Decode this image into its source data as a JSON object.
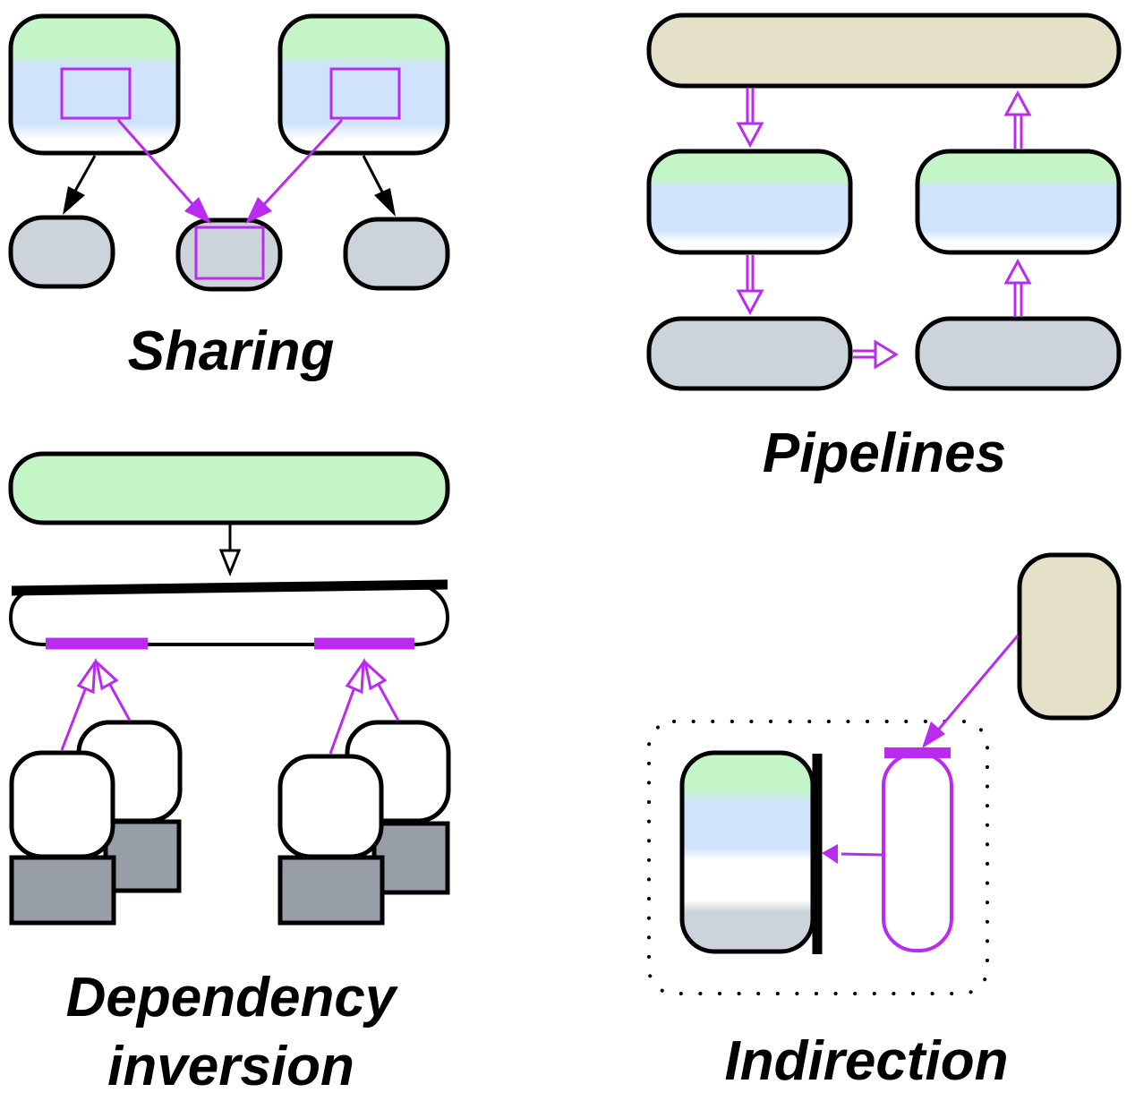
{
  "panels": {
    "sharing": {
      "title": "Sharing"
    },
    "pipelines": {
      "title": "Pipelines"
    },
    "dependency_inversion": {
      "title_line1": "Dependency",
      "title_line2": "inversion"
    },
    "indirection": {
      "title": "Indirection"
    }
  },
  "colors": {
    "stroke": "#000000",
    "accent_purple": "#bb2af0",
    "green": "#c3f5c7",
    "blue": "#cfe3fc",
    "gray_light": "#ccd3db",
    "gray_dark": "#979ea7",
    "tan": "#e5e0c8",
    "white": "#ffffff"
  }
}
